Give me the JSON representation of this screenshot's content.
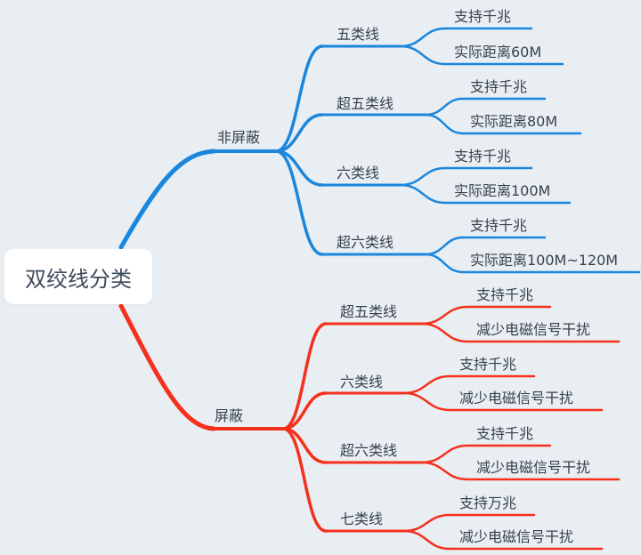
{
  "root": {
    "label": "双绞线分类"
  },
  "colors": {
    "unshielded": "#1a86dc",
    "shielded": "#f5301c",
    "text": "#37414d",
    "background": "#e9eef3"
  },
  "branches": [
    {
      "label": "非屏蔽",
      "children": [
        {
          "label": "五类线",
          "leaves": [
            "支持千兆",
            "实际距离60M"
          ]
        },
        {
          "label": "超五类线",
          "leaves": [
            "支持千兆",
            "实际距离80M"
          ]
        },
        {
          "label": "六类线",
          "leaves": [
            "支持千兆",
            "实际距离100M"
          ]
        },
        {
          "label": "超六类线",
          "leaves": [
            "支持千兆",
            "实际距离100M~120M"
          ]
        }
      ]
    },
    {
      "label": "屏蔽",
      "children": [
        {
          "label": "超五类线",
          "leaves": [
            "支持千兆",
            "减少电磁信号干扰"
          ]
        },
        {
          "label": "六类线",
          "leaves": [
            "支持千兆",
            "减少电磁信号干扰"
          ]
        },
        {
          "label": "超六类线",
          "leaves": [
            "支持千兆",
            "减少电磁信号干扰"
          ]
        },
        {
          "label": "七类线",
          "leaves": [
            "支持万兆",
            "减少电磁信号干扰"
          ]
        }
      ]
    }
  ]
}
